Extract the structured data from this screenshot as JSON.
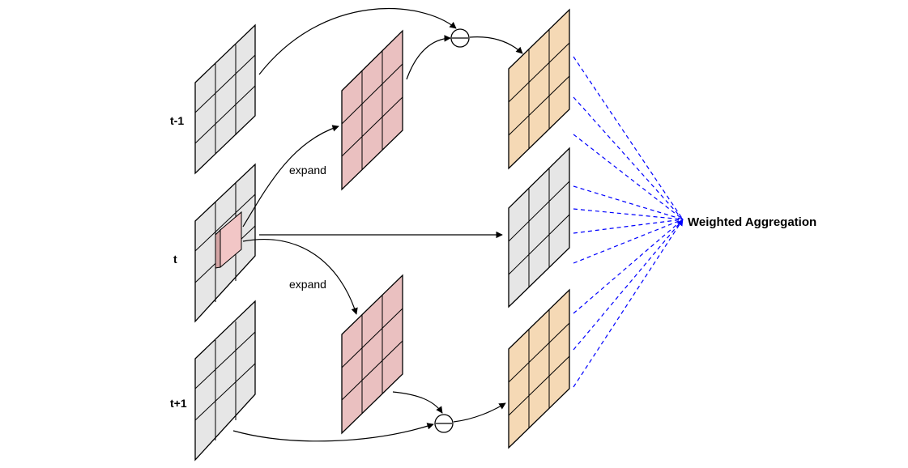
{
  "labels": {
    "frame_prev": "t-1",
    "frame_curr": "t",
    "frame_next": "t+1",
    "expand_top": "expand",
    "expand_bottom": "expand",
    "output": "Weighted Aggregation"
  },
  "colors": {
    "gray_fill": "#e6e6e6",
    "pink_fill": "#eac0c0",
    "peach_fill": "#f5d9b5",
    "stroke": "#000000",
    "dashed_line": "#0000ff"
  },
  "operators": {
    "subtract_symbol": "minus-circle"
  }
}
